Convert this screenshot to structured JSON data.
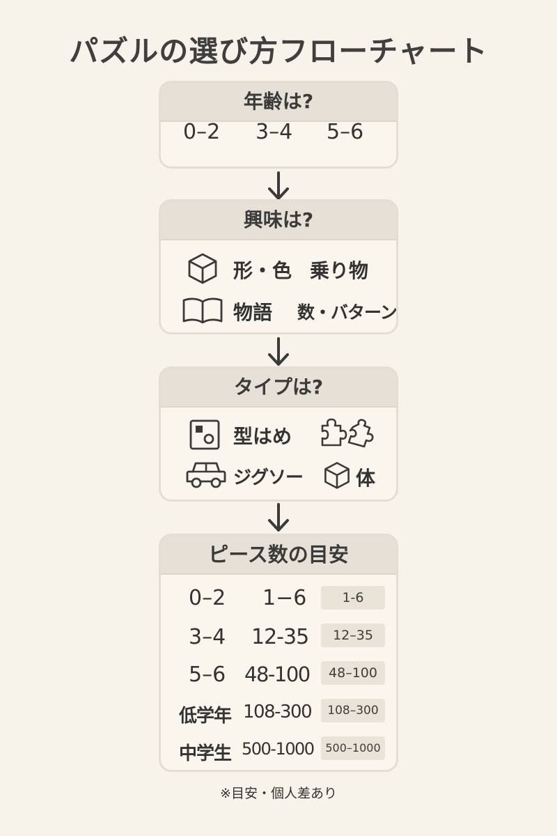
{
  "title": "パズルの選び方フローチャート",
  "age_card": {
    "heading": "年齢は?",
    "options": [
      "0–2",
      "3–4",
      "5–6"
    ]
  },
  "interest_card": {
    "heading": "興味は?",
    "items": [
      {
        "label": "形・色",
        "icon": "cube-icon"
      },
      {
        "label": "乗り物"
      },
      {
        "label": "物語",
        "icon": "book-icon"
      },
      {
        "label": "数・バターン"
      }
    ]
  },
  "type_card": {
    "heading": "タイプは?",
    "items": [
      {
        "label": "型はめ",
        "icon": "shape-sorter-icon"
      },
      {
        "label": "",
        "icon": "puzzle-pieces-icon"
      },
      {
        "label": "ジグソー",
        "icon": "car-icon"
      },
      {
        "label": "体",
        "icon": "cube-icon"
      }
    ]
  },
  "pieces_card": {
    "heading": "ピース数の目安",
    "rows": [
      {
        "age": "0–2",
        "pieces": "1−6",
        "tag": "1-6"
      },
      {
        "age": "3–4",
        "pieces": "12-35",
        "tag": "12–35"
      },
      {
        "age": "5–6",
        "pieces": "48-100",
        "tag": "48–100"
      },
      {
        "age": "低学年",
        "pieces": "108-300",
        "tag": "108–300"
      },
      {
        "age": "中学生",
        "pieces": "500-1000",
        "tag": "500–1000"
      }
    ]
  },
  "note": "※目安・個人差あり",
  "colors": {
    "background": "#f8f3ea",
    "card_header": "#e6e0d6",
    "text": "#333333"
  }
}
